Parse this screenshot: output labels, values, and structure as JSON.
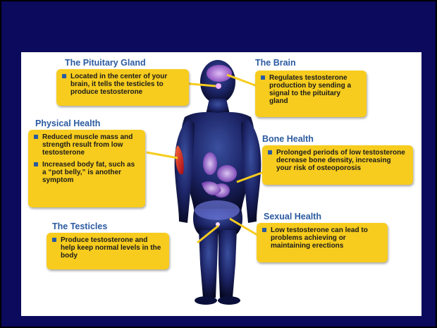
{
  "colors": {
    "background": "#0b0a5c",
    "panel": "#ffffff",
    "callout": "#f7cc1e",
    "heading": "#2b5aa0",
    "bullet": "#2b5aa0"
  },
  "callouts": [
    {
      "id": "pituitary",
      "title": "The Pituitary Gland",
      "items": [
        "Located in the center of your brain, it tells the testicles to produce testosterone"
      ]
    },
    {
      "id": "brain",
      "title": "The Brain",
      "items": [
        "Regulates testosterone production by sending a signal to the pituitary gland"
      ]
    },
    {
      "id": "physical",
      "title": "Physical Health",
      "items": [
        "Reduced muscle mass and strength result from low testosterone",
        "Increased body fat, such as a “pot belly,” is another symptom"
      ]
    },
    {
      "id": "bone",
      "title": "Bone Health",
      "items": [
        "Prolonged periods of low testosterone decrease bone density, increasing your risk of osteoporosis"
      ]
    },
    {
      "id": "testicles",
      "title": "The Testicles",
      "items": [
        "Produce testosterone and help keep normal levels in the body"
      ]
    },
    {
      "id": "sexual",
      "title": "Sexual Health",
      "items": [
        "Low testosterone can lead to problems achieving or maintaining erections"
      ]
    }
  ]
}
